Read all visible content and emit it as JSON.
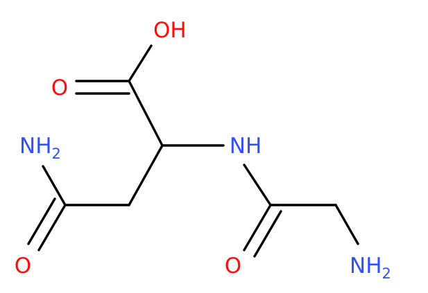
{
  "molecule": {
    "atoms": [
      {
        "id": "oh",
        "element": "O",
        "text": "OH",
        "color": "#ff0d0d"
      },
      {
        "id": "o_acid",
        "element": "O",
        "text": "O",
        "color": "#ff0d0d"
      },
      {
        "id": "nh_amide",
        "element": "N",
        "text": "NH",
        "color": "#3050f8"
      },
      {
        "id": "nh2_side",
        "element": "N",
        "text": "NH",
        "sub": "2",
        "color": "#3050f8"
      },
      {
        "id": "o_side",
        "element": "O",
        "text": "O",
        "color": "#ff0d0d"
      },
      {
        "id": "o_gly",
        "element": "O",
        "text": "O",
        "color": "#ff0d0d"
      },
      {
        "id": "nh2_term",
        "element": "N",
        "text": "NH",
        "sub": "2",
        "color": "#3050f8"
      }
    ],
    "bond_color": "#000000"
  }
}
